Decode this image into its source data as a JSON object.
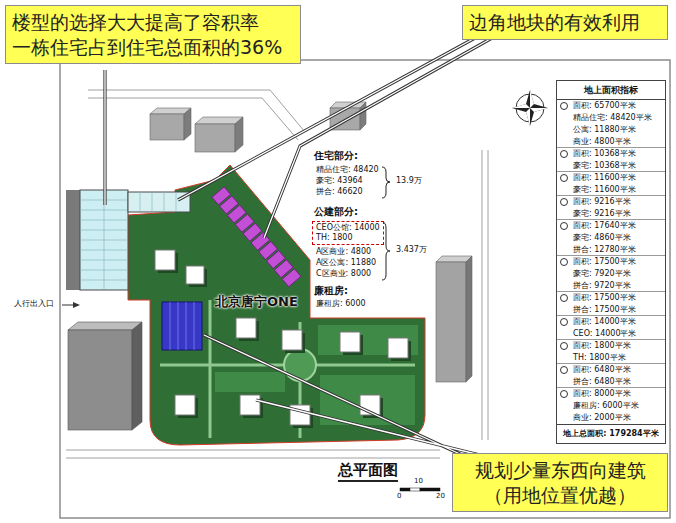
{
  "diagram": {
    "title": "总平面图",
    "nodes": [
      {
        "text": [
          "楼型的选择大大提高了容积率 一栋住宅占到住宅总面积的36%"
        ]
      },
      {
        "text": [
          "边角地块的有效利用"
        ]
      },
      {
        "text": [
          "规划少量东西向建筑 （用地位置优越）"
        ]
      },
      {
        "text": [
          "地上面积指标",
          "面积: 65700平米",
          "精品住宅: 48420平米",
          "公寓: 11880平米",
          "商业: 4800平米",
          "面积: 10368平米",
          "豪宅: 10368平米",
          "面积: 11600平米",
          "豪宅: 11600平米",
          "面积: 9216平米",
          "豪宅: 9216平米",
          "面积: 17640平米",
          "豪宅: 4860平米",
          "拼合: 12780平米",
          "面积: 17500平米",
          "豪宅: 7920平米",
          "拼合: 9720平米",
          "面积: 17500平米",
          "拼合: 17500平米",
          "面积: 14000平米",
          "CEO: 14000平米",
          "面积: 1800平米",
          "TH: 1800平米",
          "面积: 6480平米",
          "拼合: 6480平米",
          "面积: 8000平米",
          "廉租房: 6000平米",
          "商业: 2000平米",
          "地上总面积: 179284平米"
        ]
      },
      {
        "text": [
          "CEO公馆: 14000",
          "TH: 1800"
        ]
      }
    ],
    "labels": [
      "人行出入口",
      "北京唐宁ONE",
      "住宅部分:",
      "精品住宅: 48420",
      "豪宅: 43964",
      "拼合: 46620",
      "13.9万",
      "公建部分:",
      "A区商业: 4800",
      "A区公寓: 11880",
      "C区商业: 8000",
      "3.437万",
      "廉租房:",
      "廉租房: 6000",
      "0",
      "10",
      "20"
    ]
  }
}
